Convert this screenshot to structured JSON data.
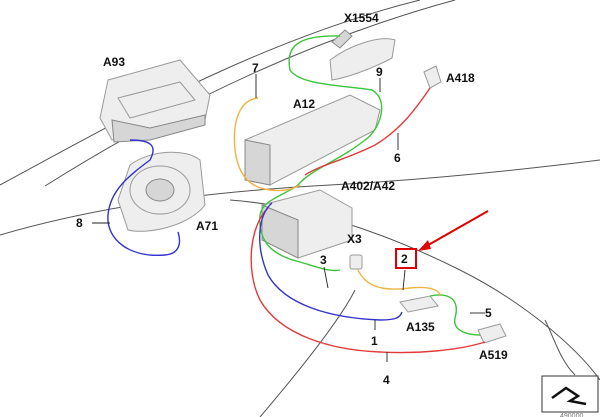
{
  "labels": {
    "x1554": "X1554",
    "a93": "A93",
    "n7": "7",
    "n9": "9",
    "a418": "A418",
    "a12": "A12",
    "n6": "6",
    "a402": "A402/A42",
    "n8": "8",
    "a71": "A71",
    "x3": "X3",
    "n3": "3",
    "n2": "2",
    "n5": "5",
    "a135": "A135",
    "n1": "1",
    "a519": "A519",
    "n4": "4"
  },
  "colors": {
    "green": "#3cc43c",
    "red": "#e23a3a",
    "orange": "#f0b440",
    "blue": "#3333cc",
    "highlight": "#e00000"
  },
  "icons": {
    "logo": "wiring-harness-symbol-icon"
  },
  "footer": {
    "code": "490000"
  }
}
